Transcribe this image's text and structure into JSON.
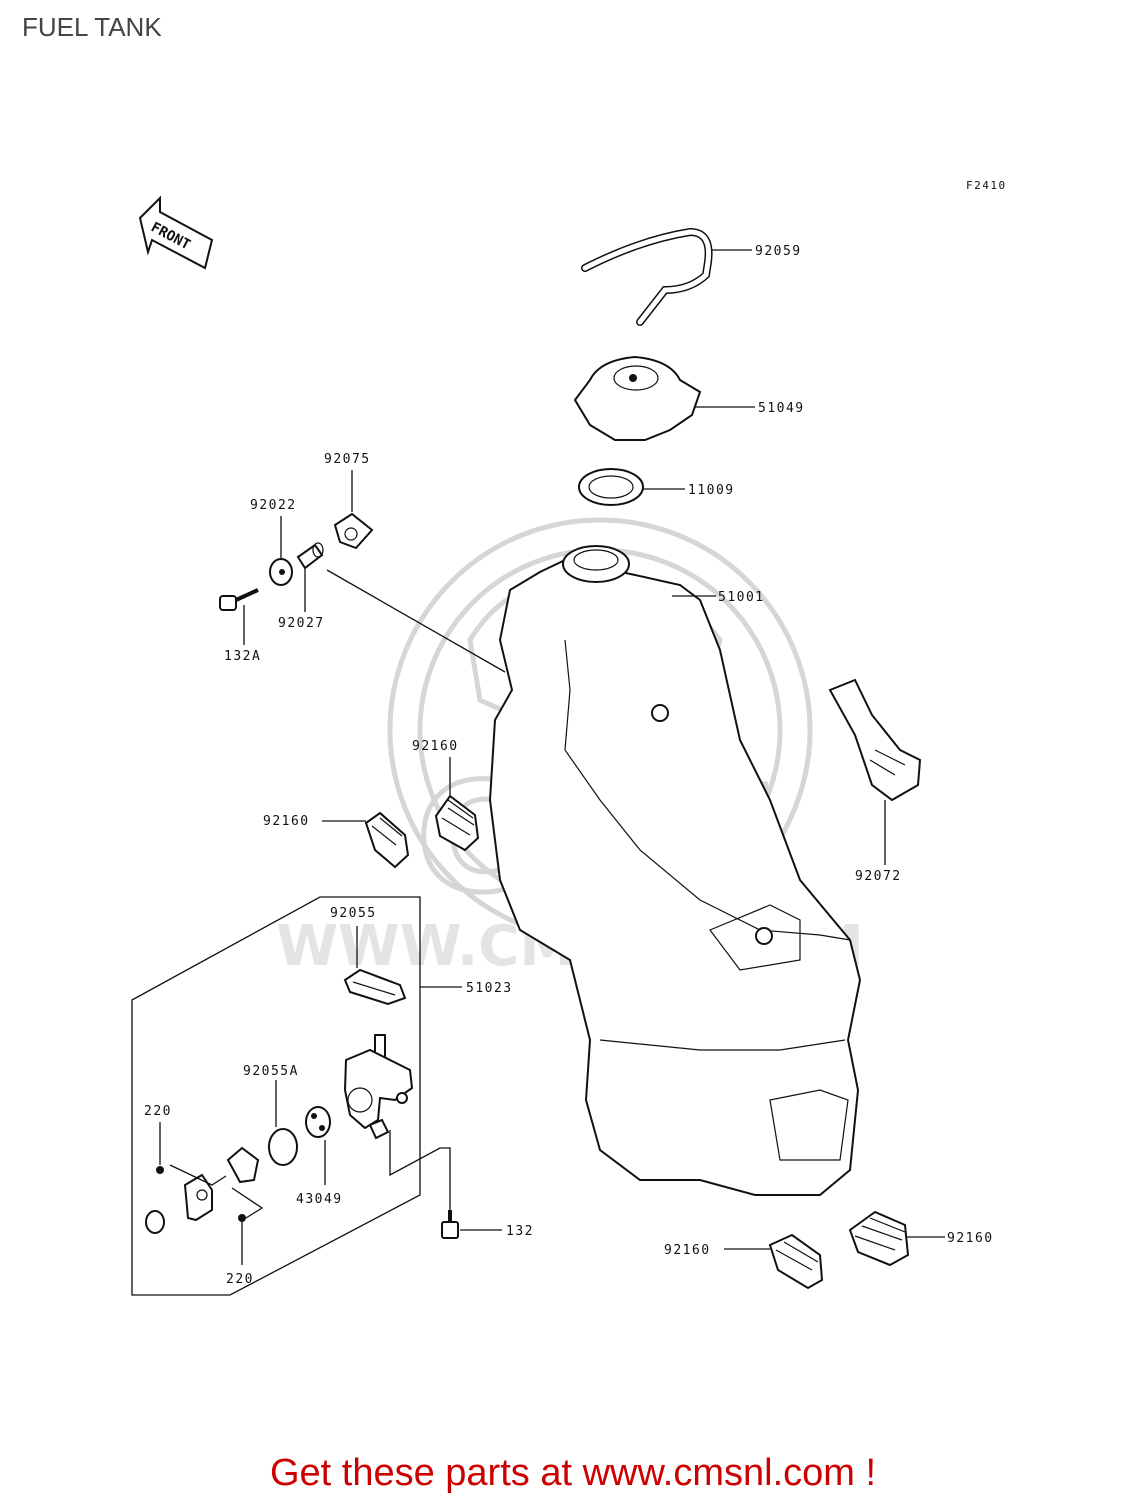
{
  "page": {
    "title": "FUEL TANK",
    "figure_code": "F2410",
    "front_label": "FRONT",
    "footer": "Get these parts at www.cmsnl.com !"
  },
  "watermark": {
    "text": "WWW.CMSNL.COM",
    "logo": "CMS"
  },
  "colors": {
    "footer": "#cc0000",
    "title": "#444444",
    "lines": "#111111"
  },
  "parts": [
    {
      "id": "p92059",
      "label": "92059"
    },
    {
      "id": "p51049",
      "label": "51049"
    },
    {
      "id": "p11009",
      "label": "11009"
    },
    {
      "id": "p51001",
      "label": "51001"
    },
    {
      "id": "p92075",
      "label": "92075"
    },
    {
      "id": "p92022",
      "label": "92022"
    },
    {
      "id": "p92027",
      "label": "92027"
    },
    {
      "id": "p132A",
      "label": "132A"
    },
    {
      "id": "p92160a",
      "label": "92160"
    },
    {
      "id": "p92160b",
      "label": "92160"
    },
    {
      "id": "p92072",
      "label": "92072"
    },
    {
      "id": "p92055",
      "label": "92055"
    },
    {
      "id": "p51023",
      "label": "51023"
    },
    {
      "id": "p92055A",
      "label": "92055A"
    },
    {
      "id": "p220a",
      "label": "220"
    },
    {
      "id": "p43049",
      "label": "43049"
    },
    {
      "id": "p132",
      "label": "132"
    },
    {
      "id": "p220b",
      "label": "220"
    },
    {
      "id": "p92160c",
      "label": "92160"
    },
    {
      "id": "p92160d",
      "label": "92160"
    }
  ]
}
